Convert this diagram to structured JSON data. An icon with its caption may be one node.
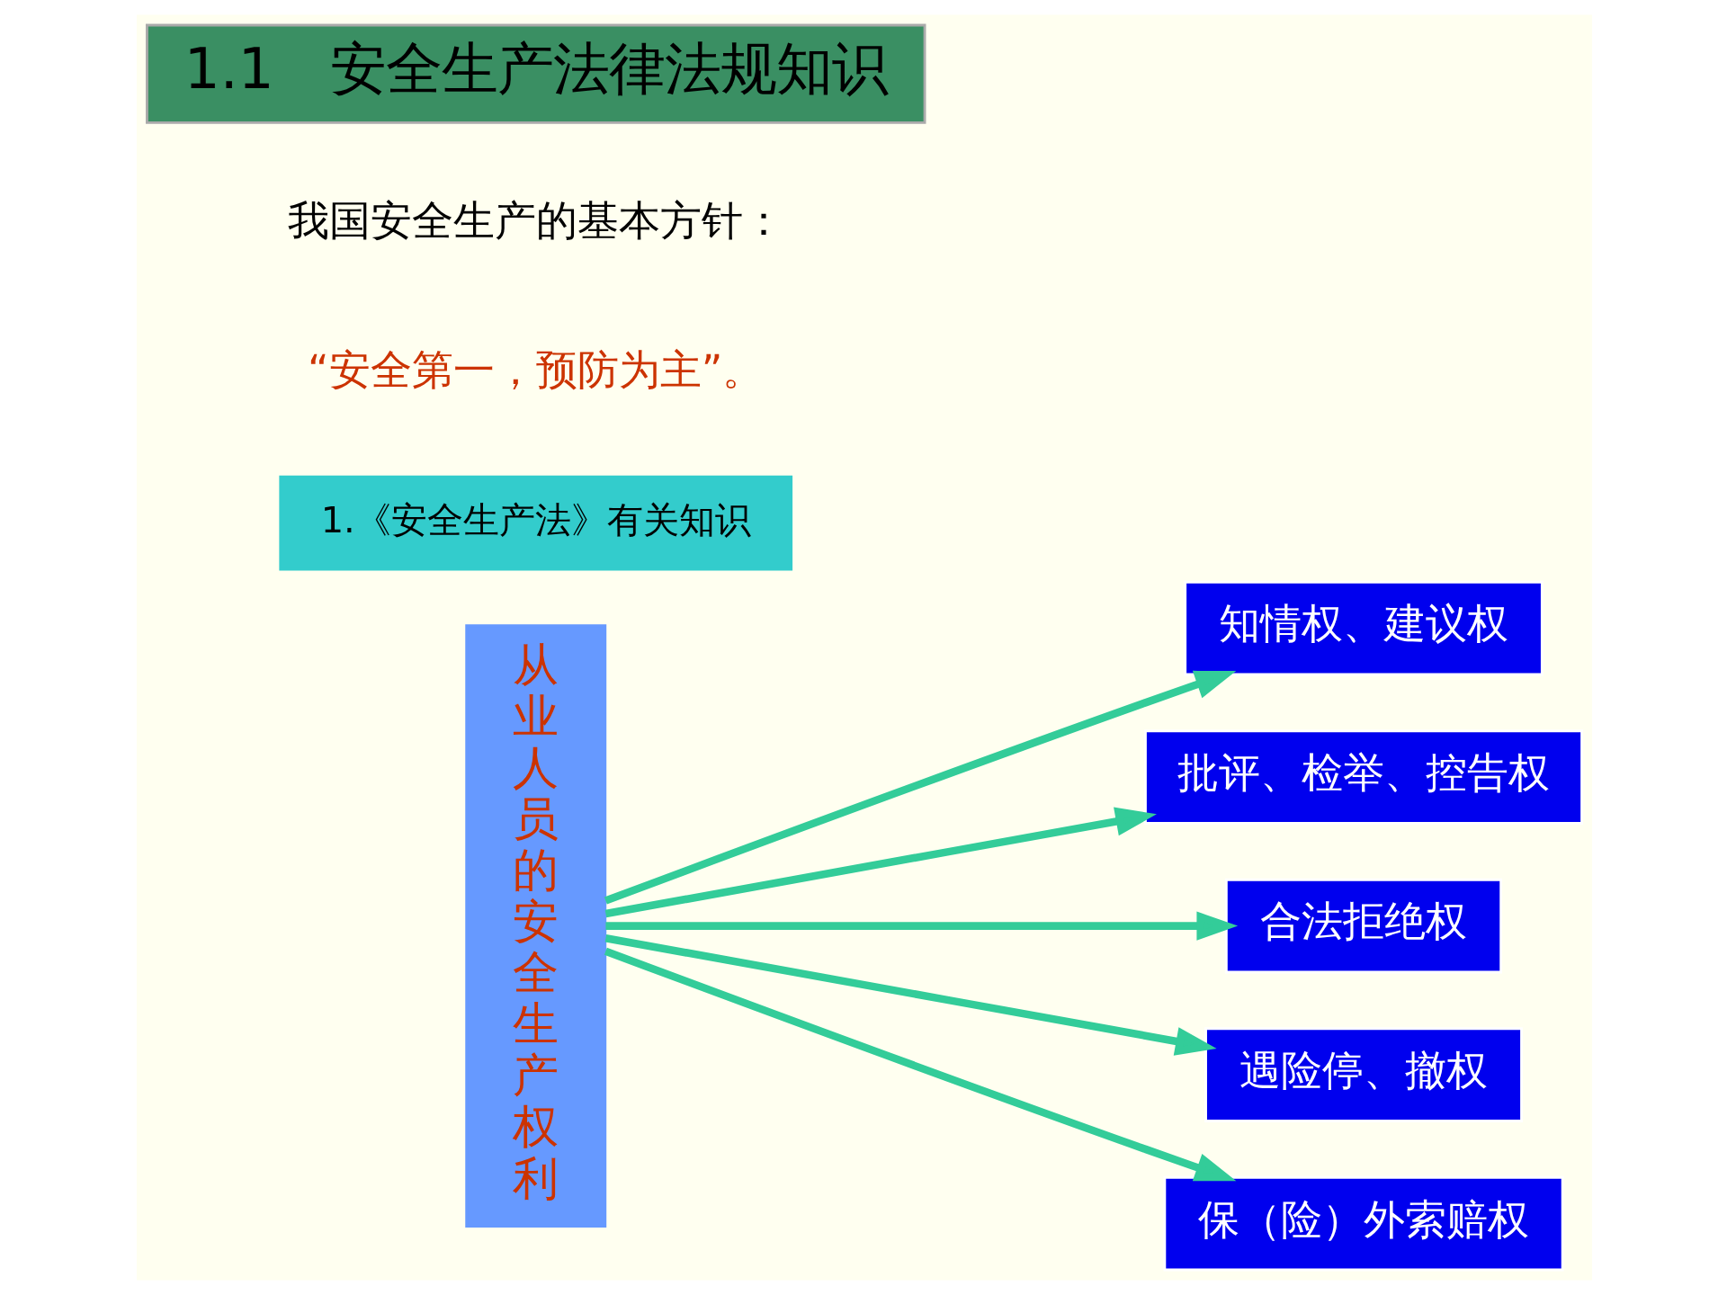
{
  "diagram": {
    "nodes": [
      {
        "text": [
          "1.1　安全生产法律法规知识"
        ]
      },
      {
        "text": [
          "1.《安全生产法》有关知识"
        ]
      },
      {
        "text": [
          "从业人员的安全生产权利"
        ]
      },
      {
        "text": [
          "知情权、建议权"
        ]
      },
      {
        "text": [
          "批评、检举、控告权"
        ]
      },
      {
        "text": [
          "合法拒绝权"
        ]
      },
      {
        "text": [
          "遇险停、撤权"
        ]
      },
      {
        "text": [
          "保（险）外索赔权"
        ]
      }
    ],
    "edges": [
      {
        "from": 2,
        "to": 3,
        "arrow": "to"
      },
      {
        "from": 2,
        "to": 4,
        "arrow": "to"
      },
      {
        "from": 2,
        "to": 5,
        "arrow": "to"
      },
      {
        "from": 2,
        "to": 6,
        "arrow": "to"
      },
      {
        "from": 2,
        "to": 7,
        "arrow": "to"
      }
    ],
    "labels": [
      "我国安全生产的基本方针：",
      "“安全第一，预防为主”。"
    ]
  }
}
